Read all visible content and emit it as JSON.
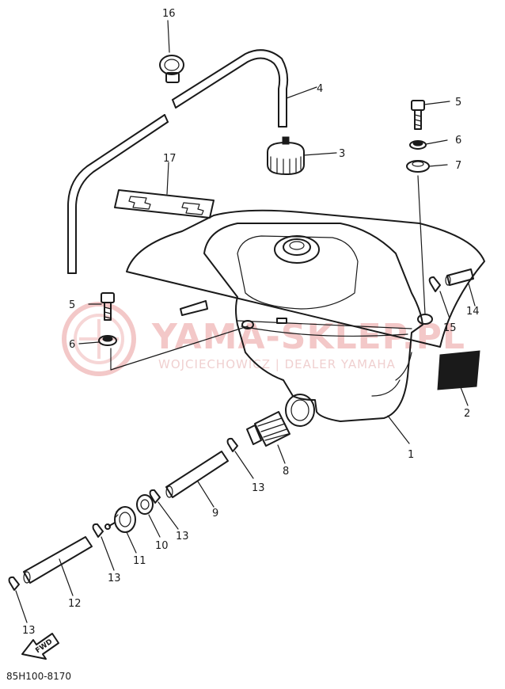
{
  "watermark": {
    "main_text": "YAMA-SKLEP.PL",
    "sub_text": "WOJCIECHOWICZ | DEALER YAMAHA",
    "logo_icon": "yamaha-logo-watermark",
    "color": "#f3c8c8"
  },
  "diagram_code": "85H100-8170",
  "fwd_label": "FWD",
  "callouts": [
    {
      "id": "1",
      "label": "1",
      "part": "fuel tank"
    },
    {
      "id": "2",
      "label": "2",
      "part": "label"
    },
    {
      "id": "3",
      "label": "3",
      "part": "tank cap"
    },
    {
      "id": "4",
      "label": "4",
      "part": "breather hose"
    },
    {
      "id": "5a",
      "label": "5",
      "part": "bolt"
    },
    {
      "id": "6a",
      "label": "6",
      "part": "washer"
    },
    {
      "id": "7",
      "label": "7",
      "part": "damper"
    },
    {
      "id": "5b",
      "label": "5",
      "part": "bolt"
    },
    {
      "id": "6b",
      "label": "6",
      "part": "washer"
    },
    {
      "id": "8",
      "label": "8",
      "part": "fuel filter"
    },
    {
      "id": "9",
      "label": "9",
      "part": "fuel hose"
    },
    {
      "id": "10",
      "label": "10",
      "part": "washer"
    },
    {
      "id": "11",
      "label": "11",
      "part": "fuel cock"
    },
    {
      "id": "12",
      "label": "12",
      "part": "fuel hose"
    },
    {
      "id": "13a",
      "label": "13",
      "part": "clip"
    },
    {
      "id": "13b",
      "label": "13",
      "part": "clip"
    },
    {
      "id": "13c",
      "label": "13",
      "part": "clip"
    },
    {
      "id": "13d",
      "label": "13",
      "part": "clip"
    },
    {
      "id": "14",
      "label": "14",
      "part": "hose"
    },
    {
      "id": "15",
      "label": "15",
      "part": "clip"
    },
    {
      "id": "16",
      "label": "16",
      "part": "clamp"
    },
    {
      "id": "17",
      "label": "17",
      "part": "label"
    }
  ]
}
